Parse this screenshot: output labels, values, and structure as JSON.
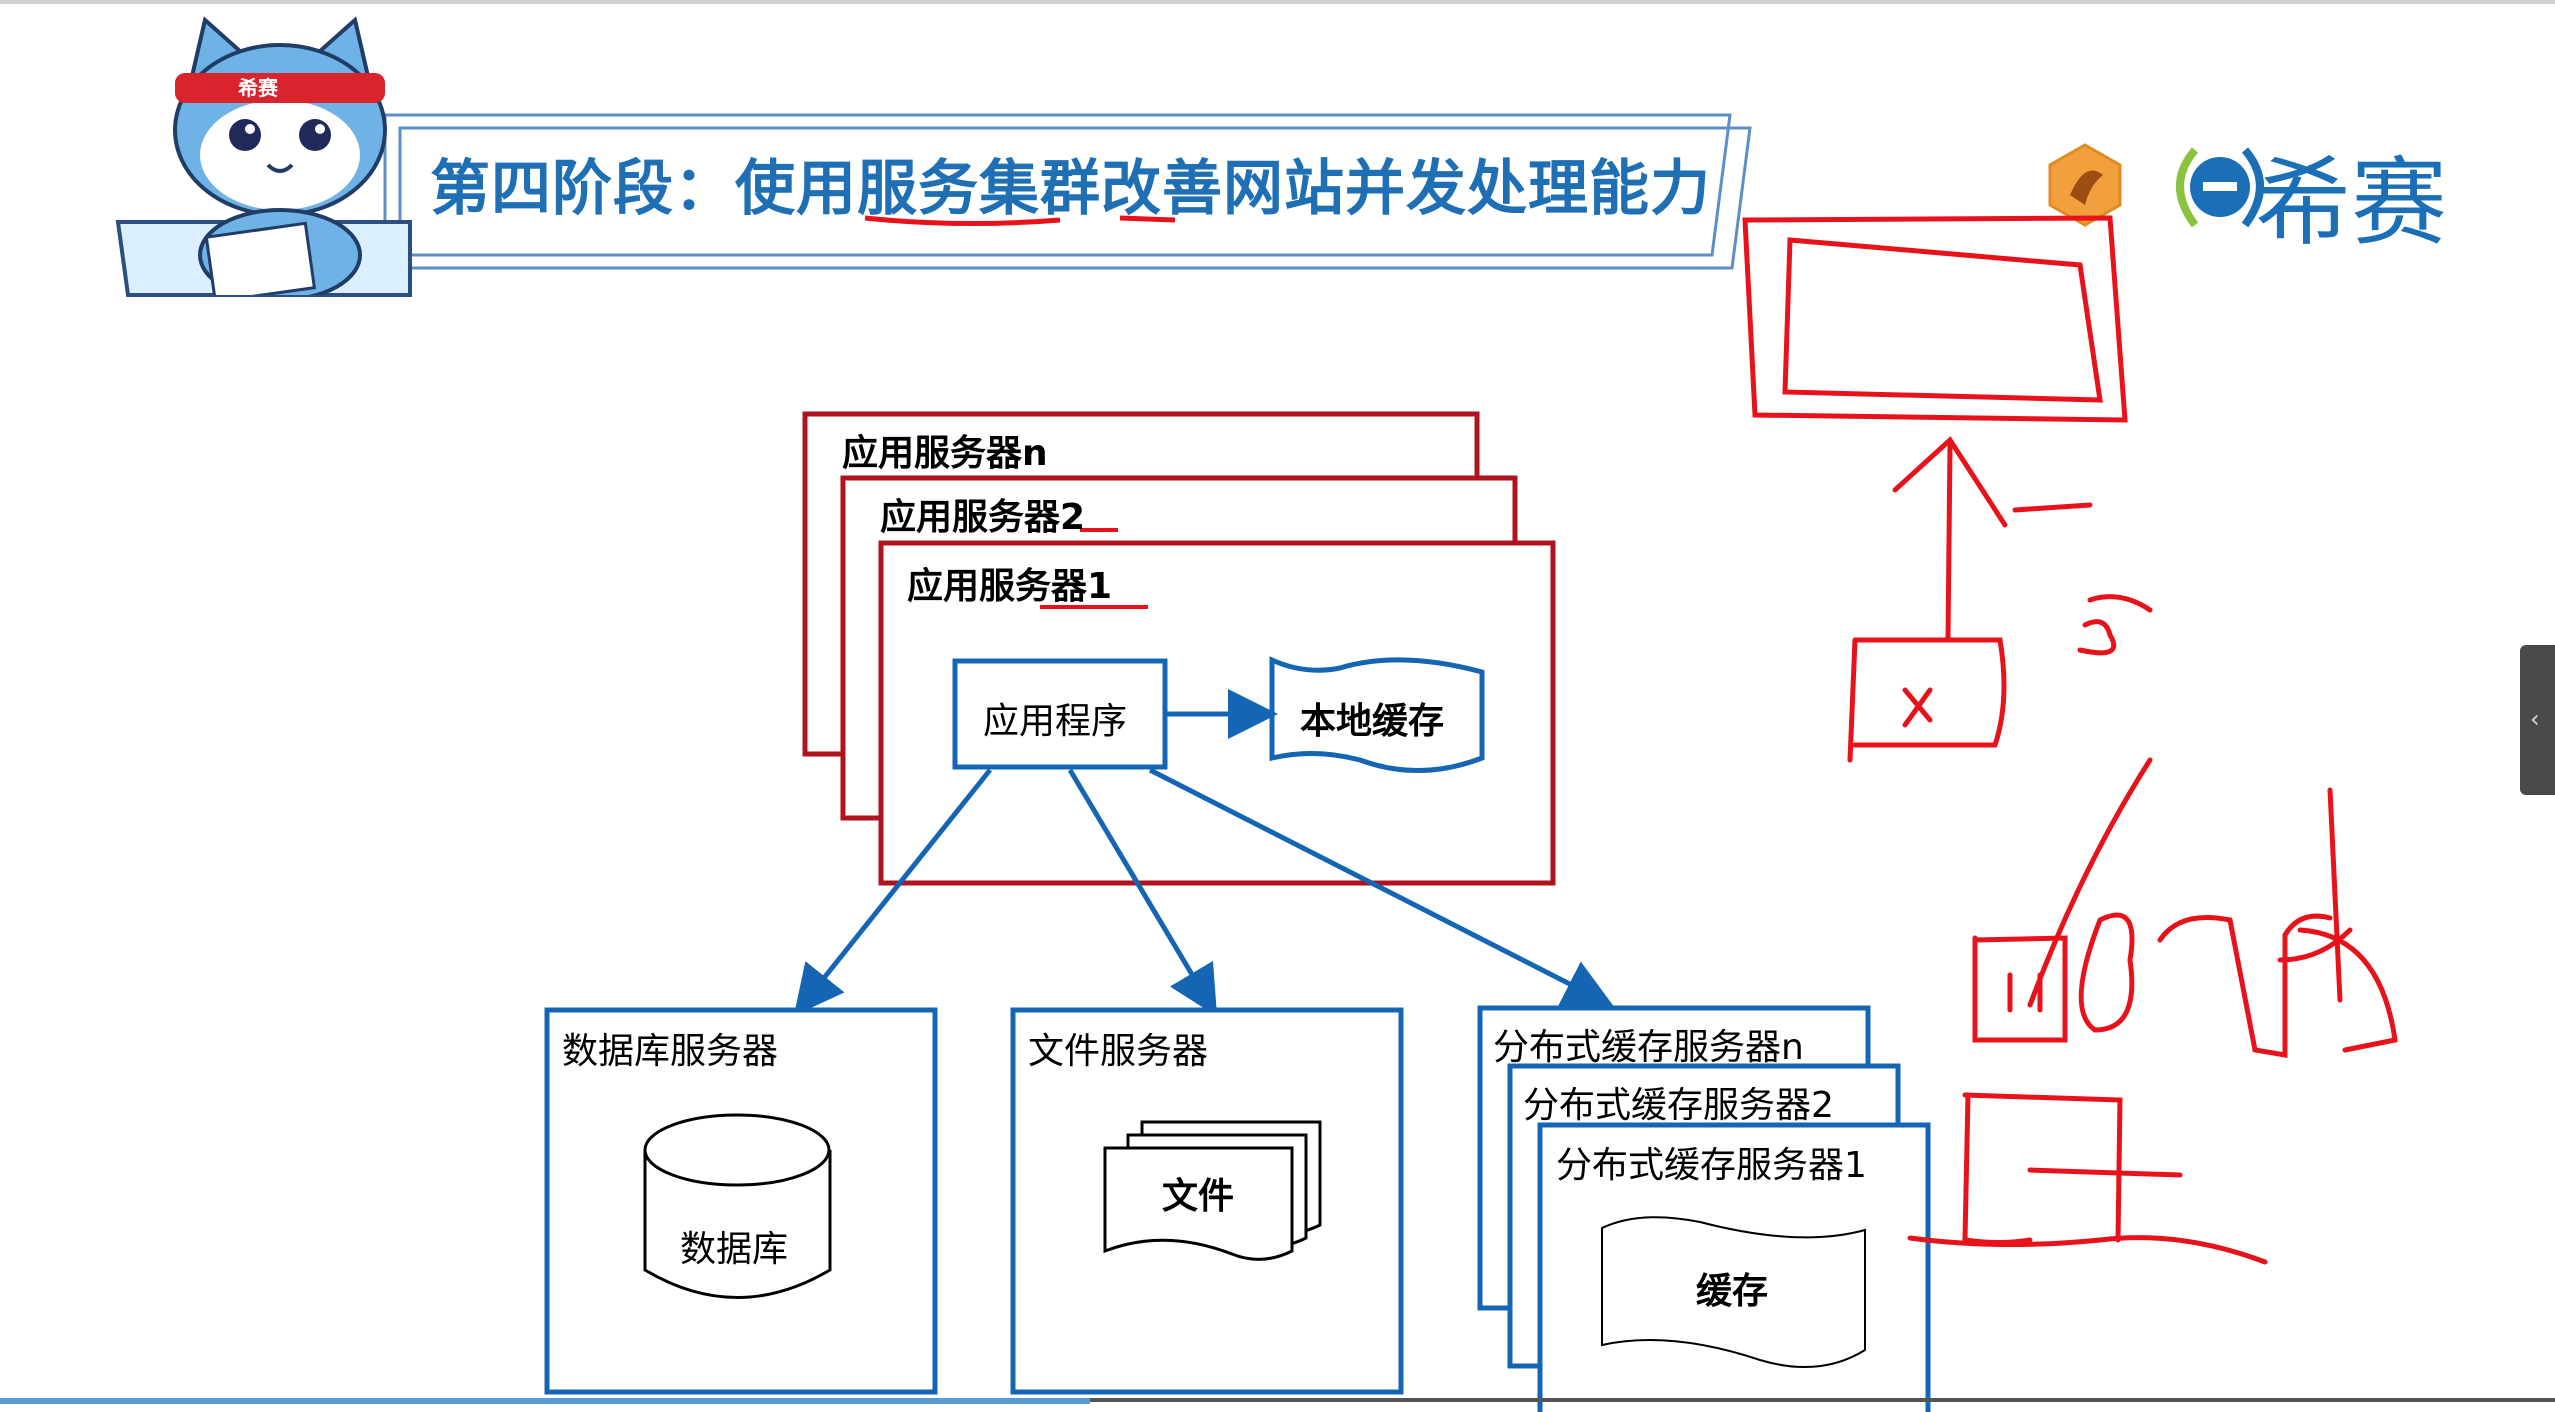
{
  "slide": {
    "title": "第四阶段：使用服务集群改善网站并发处理能力",
    "brand": "希赛",
    "mascot_badge": "希赛"
  },
  "app_servers": {
    "server_n": "应用服务器n",
    "server_2": "应用服务器2",
    "server_1": "应用服务器1",
    "application": "应用程序",
    "local_cache": "本地缓存"
  },
  "backend": {
    "db_server": "数据库服务器",
    "db": "数据库",
    "file_server": "文件服务器",
    "file": "文件",
    "cache_server_n": "分布式缓存服务器n",
    "cache_server_2": "分布式缓存服务器2",
    "cache_server_1": "分布式缓存服务器1",
    "cache": "缓存"
  },
  "colors": {
    "title_blue": "#1f6fb5",
    "server_red": "#b0121e",
    "box_blue": "#1565b5",
    "ink_red": "#e8121a"
  }
}
